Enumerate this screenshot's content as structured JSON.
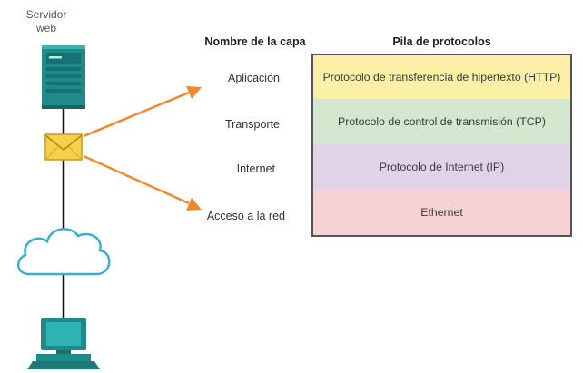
{
  "server": {
    "label_line1": "Servidor",
    "label_line2": "web",
    "icon": "server-tower-icon"
  },
  "headers": {
    "layer_name": "Nombre de la capa",
    "protocol_stack": "Pila de protocolos"
  },
  "layers": [
    {
      "name": "Aplicación",
      "protocol": "Protocolo de transferencia de hipertexto (HTTP)",
      "color": "#fcf0a6"
    },
    {
      "name": "Transporte",
      "protocol": "Protocolo de control de transmisión (TCP)",
      "color": "#d3e8cf"
    },
    {
      "name": "Internet",
      "protocol": "Protocolo de Internet (IP)",
      "color": "#e0d3e8"
    },
    {
      "name": "Acceso a la red",
      "protocol": "Ethernet",
      "color": "#f7d2d5"
    }
  ],
  "icons": {
    "message": "envelope-icon",
    "network": "cloud-icon",
    "client": "desktop-computer-icon"
  },
  "colors": {
    "teal": "#1f8a8a",
    "arrow": "#ee8a2c",
    "envelope": "#f5d04a",
    "cloud_fill": "#ffffff",
    "cloud_stroke": "#3aaed0"
  }
}
